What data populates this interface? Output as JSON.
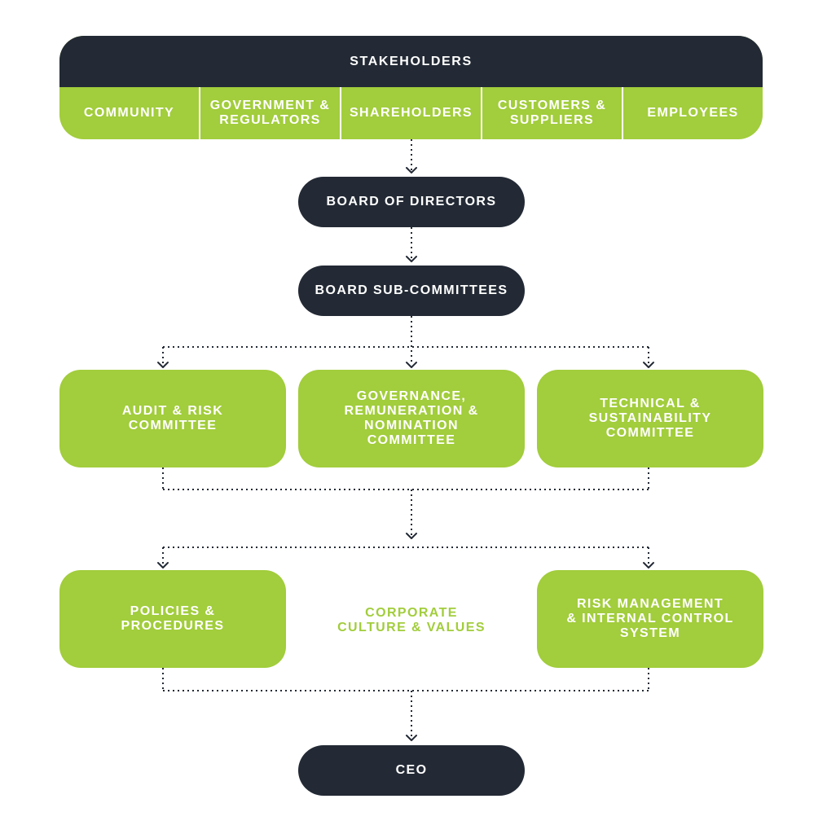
{
  "stakeholders": {
    "title": "STAKEHOLDERS",
    "groups": [
      "COMMUNITY",
      "GOVERNMENT &\nREGULATORS",
      "SHAREHOLDERS",
      "CUSTOMERS &\nSUPPLIERS",
      "EMPLOYEES"
    ]
  },
  "board": {
    "label": "BOARD OF DIRECTORS"
  },
  "subcommittees": {
    "label": "BOARD SUB-COMMITTEES"
  },
  "committees": [
    "AUDIT & RISK\nCOMMITTEE",
    "GOVERNANCE,\nREMUNERATION &\nNOMINATION\nCOMMITTEE",
    "TECHNICAL &\nSUSTAINABILITY\nCOMMITTEE"
  ],
  "policies": "POLICIES &\nPROCEDURES",
  "culture": "CORPORATE\nCULTURE & VALUES",
  "risk": "RISK MANAGEMENT\n& INTERNAL CONTROL\nSYSTEM",
  "ceo": "CEO",
  "colors": {
    "dark": "#232a35",
    "green": "#a2cd3c",
    "connector": "#232a35"
  }
}
